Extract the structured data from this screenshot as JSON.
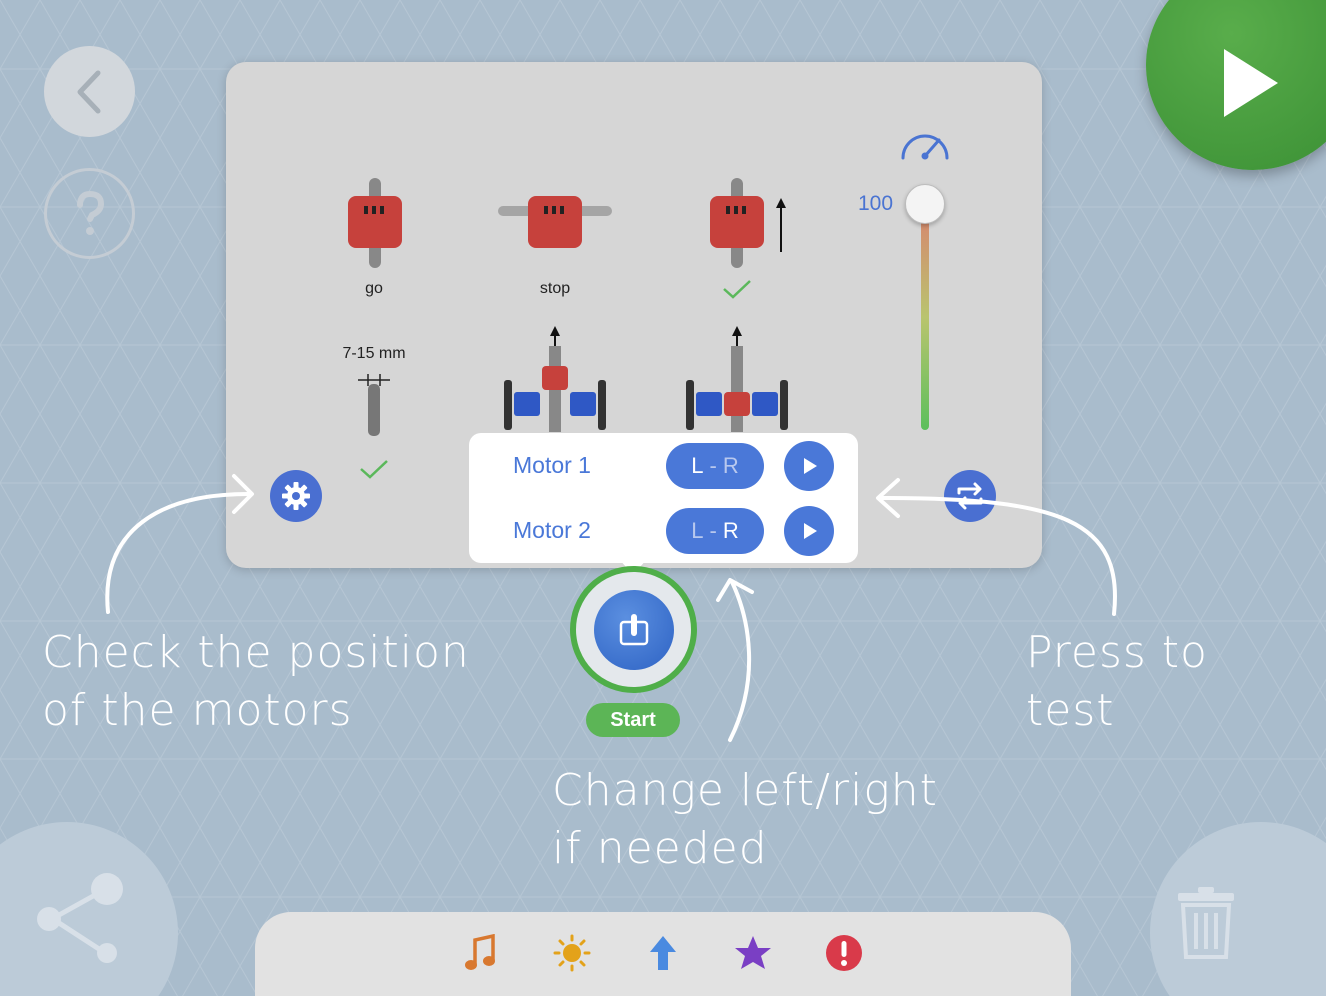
{
  "panel": {
    "captions": {
      "go": "go",
      "stop": "stop",
      "gap": "7-15 mm"
    },
    "speed": {
      "value": "100",
      "level_percent": 100
    }
  },
  "popover": {
    "motors": [
      {
        "label": "Motor 1",
        "dir_left": "L",
        "dir_sep": "-",
        "dir_right": "R"
      },
      {
        "label": "Motor 2",
        "dir_left": "L",
        "dir_sep": "-",
        "dir_right": "R"
      }
    ]
  },
  "start": {
    "label": "Start"
  },
  "annotations": {
    "check": "Check the position\nof the motors",
    "press": "Press to\ntest",
    "change": "Change left/right\nif needed"
  },
  "toolbar": {
    "items": [
      {
        "icon": "music-note-icon",
        "color": "#d8782f"
      },
      {
        "icon": "sun-icon",
        "color": "#e3a21a"
      },
      {
        "icon": "arrow-up-icon",
        "color": "#4a8ae0"
      },
      {
        "icon": "star-icon",
        "color": "#7a3fc4"
      },
      {
        "icon": "alert-icon",
        "color": "#d93a4a"
      }
    ]
  },
  "colors": {
    "accent": "#4a78d8",
    "start_green": "#5cb556",
    "panel": "#d6d6d6"
  }
}
